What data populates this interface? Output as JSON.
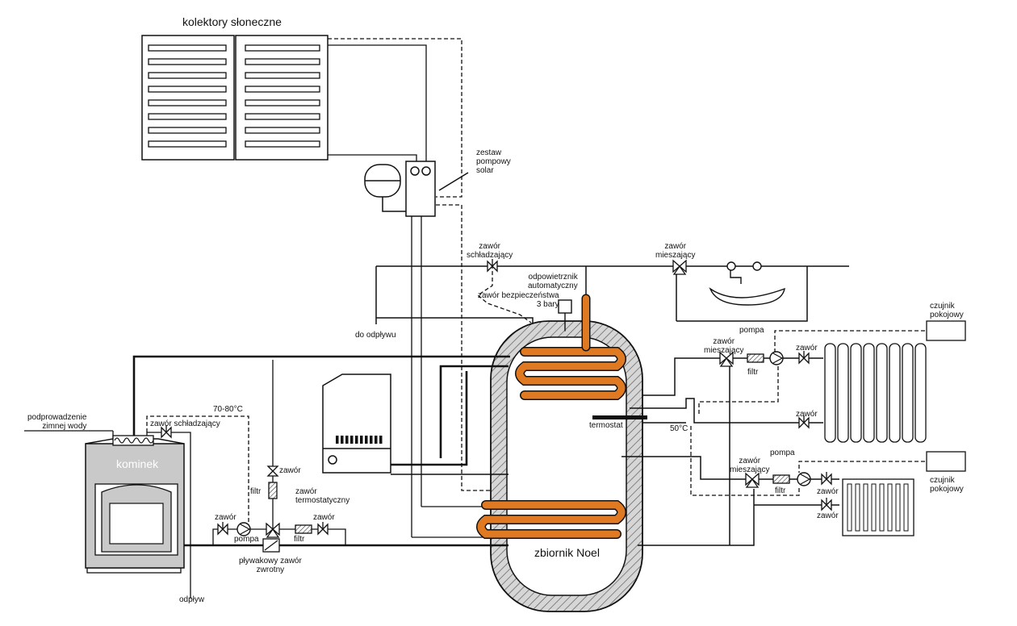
{
  "labels": {
    "kolektory": "kolektory słoneczne",
    "zestaw_pompowy": "zestaw\npompowy\nsolar",
    "zawor_schladzajacy_top": "zawór\nschładzający",
    "zawor_mieszajacy_top": "zawór\nmieszający",
    "odpowietrznik": "odpowietrznik\nautomatyczny",
    "zawor_bezpieczenstwa": "zawór bezpieczeństwa\n3 bary",
    "do_odplywu": "do odpływu",
    "czujnik_pokojowy_1": "czujnik\npokojowy",
    "czujnik_pokojowy_2": "czujnik\npokojowy",
    "pompa_1": "pompa",
    "pompa_2": "pompa",
    "zawor_mieszajacy_1": "zawór\nmieszający",
    "zawor_mieszajacy_2": "zawór\nmieszający",
    "filtr_1": "filtr",
    "filtr_2": "filtr",
    "zawor_r1": "zawór",
    "zawor_r2": "zawór",
    "zawor_r3": "zawór",
    "zawor_r4": "zawór",
    "termostat": "termostat",
    "temp_50": "50°C",
    "temp_7080": "70-80°C",
    "podprowadzenie": "podprowadzenie\nzimnej wody",
    "zawor_schladzajacy_left": "zawór schładzający",
    "kominek": "kominek",
    "zawor_left_top": "zawór",
    "filtr_left_v": "filtr",
    "zawor_termostatyczny": "zawór\ntermostatyczny",
    "zawor_left_1": "zawór",
    "zawor_left_2": "zawór",
    "pompa_left": "pompa",
    "filtr_left_h": "filtr",
    "plywakowy": "pływakowy zawór\nzwrotny",
    "odplyw": "odpływ",
    "zbiornik": "zbiornik Noel"
  },
  "colors": {
    "coil": "#e07a22",
    "line": "#111111",
    "insulation": "#c8c8c8"
  },
  "icons": [
    "solar-collector-icon",
    "expansion-vessel-icon",
    "pump-station-icon",
    "boiler-icon",
    "fireplace-icon",
    "radiator-icon",
    "sink-icon",
    "pump-icon",
    "valve-icon",
    "filter-icon",
    "sensor-box-icon"
  ]
}
